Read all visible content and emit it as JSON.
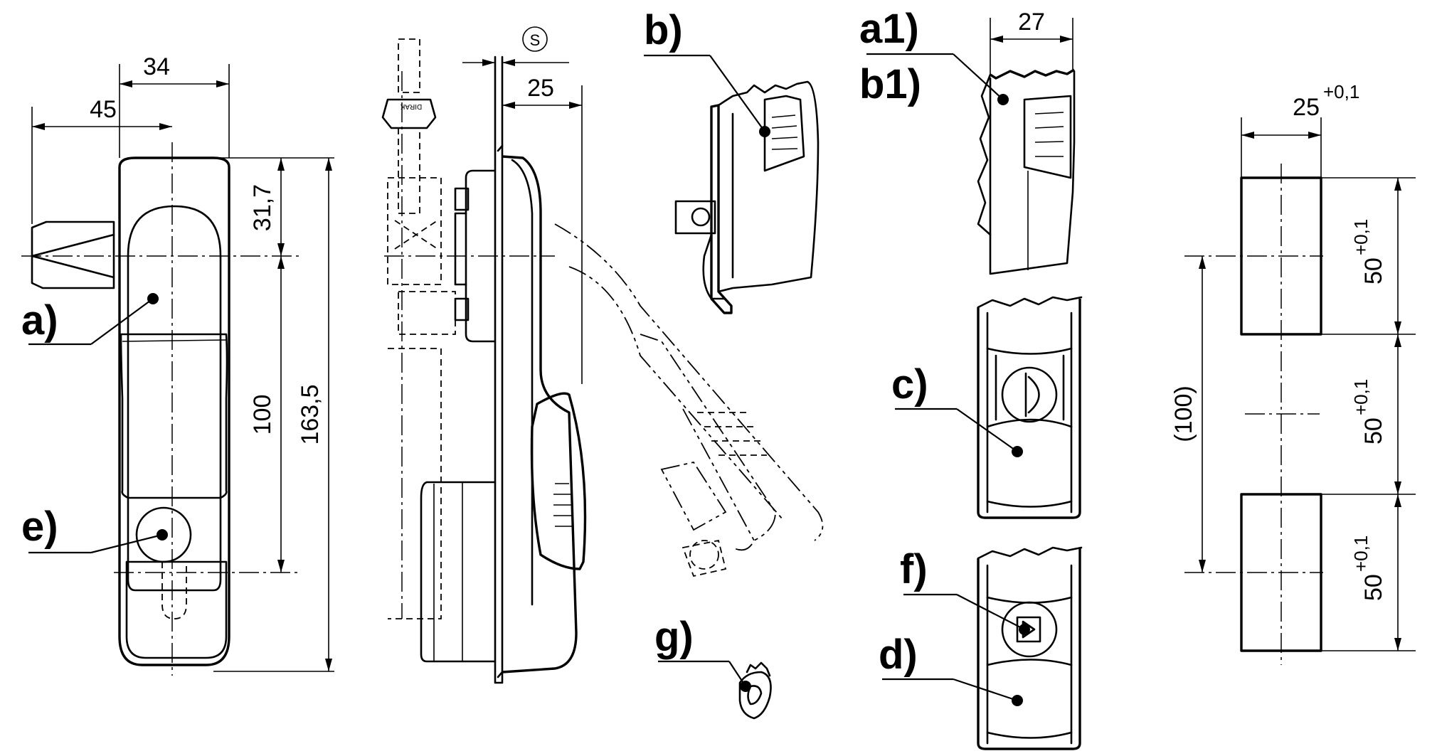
{
  "dimensions": {
    "d34": "34",
    "d45": "45",
    "d31_7": "31,7",
    "d100": "100",
    "d163_5": "163,5",
    "d25": "25",
    "s_symbol": "S",
    "d27": "27",
    "cut_width": "25",
    "cut_width_tol": "+0,1",
    "cut_pitch": "(100)",
    "cut_h1": "50",
    "cut_h1_tol": "+0,1",
    "cut_h2": "50",
    "cut_h2_tol": "+0,1",
    "cut_h3": "50",
    "cut_h3_tol": "+0,1"
  },
  "callouts": {
    "a": "a)",
    "e": "e)",
    "b": "b)",
    "a1": "a1)",
    "b1": "b1)",
    "c": "c)",
    "f": "f)",
    "d": "d)",
    "g": "g)"
  },
  "key_marking": "DIRAK",
  "icons": [
    "lock-cylinder-icon",
    "square-key-insert-icon",
    "key-icon",
    "padlock-icon"
  ]
}
